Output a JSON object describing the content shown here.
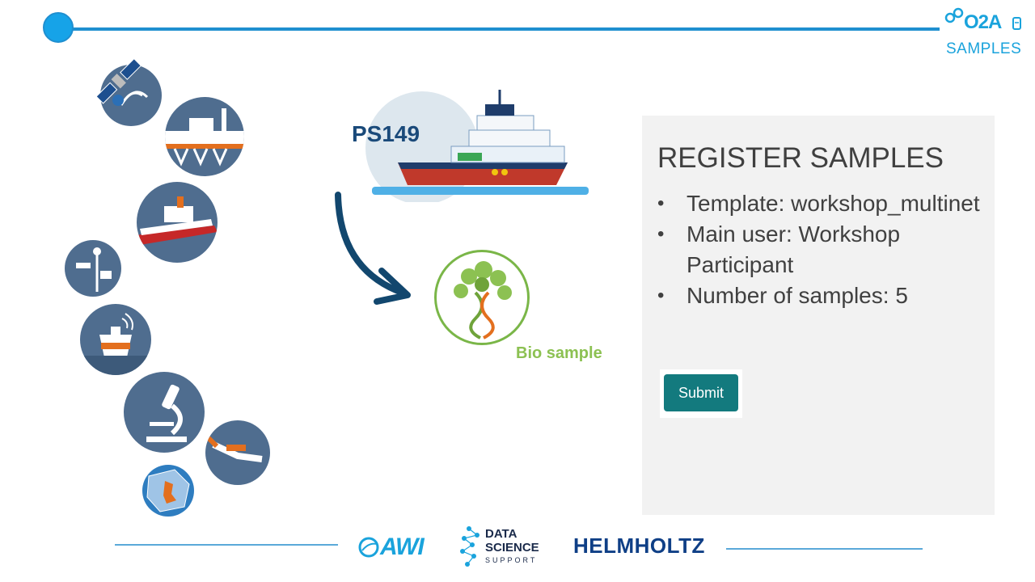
{
  "brand": {
    "logo_text": "O2A",
    "product": "SAMPLES"
  },
  "ship": {
    "expedition": "PS149"
  },
  "bio": {
    "label": "Bio sample"
  },
  "panel": {
    "title": "REGISTER SAMPLES",
    "items": [
      {
        "text": "Template: workshop_multinet"
      },
      {
        "text": "Main user: Workshop Participant"
      },
      {
        "text": "Number of samples: 5"
      }
    ],
    "submit_label": "Submit"
  },
  "footer": {
    "awi": "AWI",
    "dss_line1": "DATA",
    "dss_line2": "SCIENCE",
    "dss_line3": "SUPPORT",
    "helmholtz": "HELMHOLTZ"
  },
  "colors": {
    "accent": "#1f8fd0",
    "icon_circle": "#4f6d8f",
    "bio_green": "#8cc152",
    "button": "#137a7e",
    "panel_bg": "#f2f2f2"
  },
  "icons": [
    "satellite-icon",
    "research-vessel-icon",
    "icebreaker-icon",
    "weather-station-icon",
    "buoy-icon",
    "microscope-icon",
    "diver-icon",
    "globe-map-icon",
    "dna-tree-icon",
    "curved-arrow-icon"
  ]
}
